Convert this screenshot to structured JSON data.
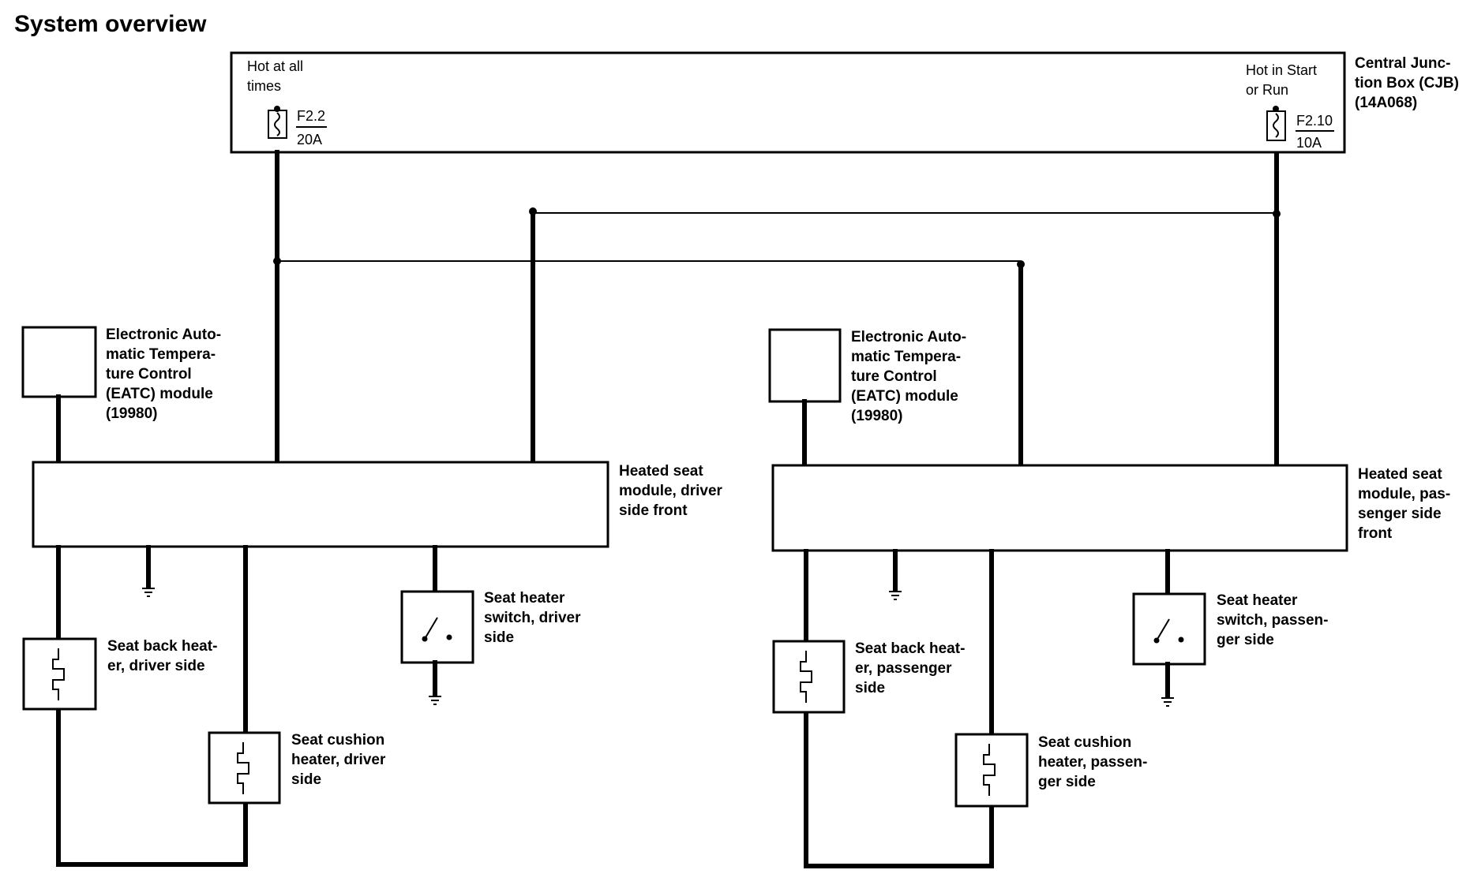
{
  "title": "System overview",
  "cjb": {
    "label": [
      "Central Junc-",
      "tion Box (CJB)",
      "(14A068)"
    ],
    "hot_left": [
      "Hot at all",
      "times"
    ],
    "fuse_left": {
      "id": "F2.2",
      "rating": "20A"
    },
    "hot_right": [
      "Hot in Start",
      "or Run"
    ],
    "fuse_right": {
      "id": "F2.10",
      "rating": "10A"
    }
  },
  "eatc_driver": [
    "Electronic Auto-",
    "matic Tempera-",
    "ture Control",
    "(EATC) module",
    "(19980)"
  ],
  "eatc_passenger": [
    "Electronic Auto-",
    "matic Tempera-",
    "ture Control",
    "(EATC) module",
    "(19980)"
  ],
  "hsm_driver": [
    "Heated seat",
    "module, driver",
    "side front"
  ],
  "hsm_passenger": [
    "Heated seat",
    "module, pas-",
    "senger side",
    "front"
  ],
  "back_heater_driver": [
    "Seat back heat-",
    "er, driver side"
  ],
  "cushion_heater_driver": [
    "Seat cushion",
    "heater, driver",
    "side"
  ],
  "switch_driver": [
    "Seat heater",
    "switch, driver",
    "side"
  ],
  "back_heater_passenger": [
    "Seat back heat-",
    "er, passenger",
    "side"
  ],
  "cushion_heater_passenger": [
    "Seat cushion",
    "heater, passen-",
    "ger side"
  ],
  "switch_passenger": [
    "Seat heater",
    "switch, passen-",
    "ger side"
  ]
}
